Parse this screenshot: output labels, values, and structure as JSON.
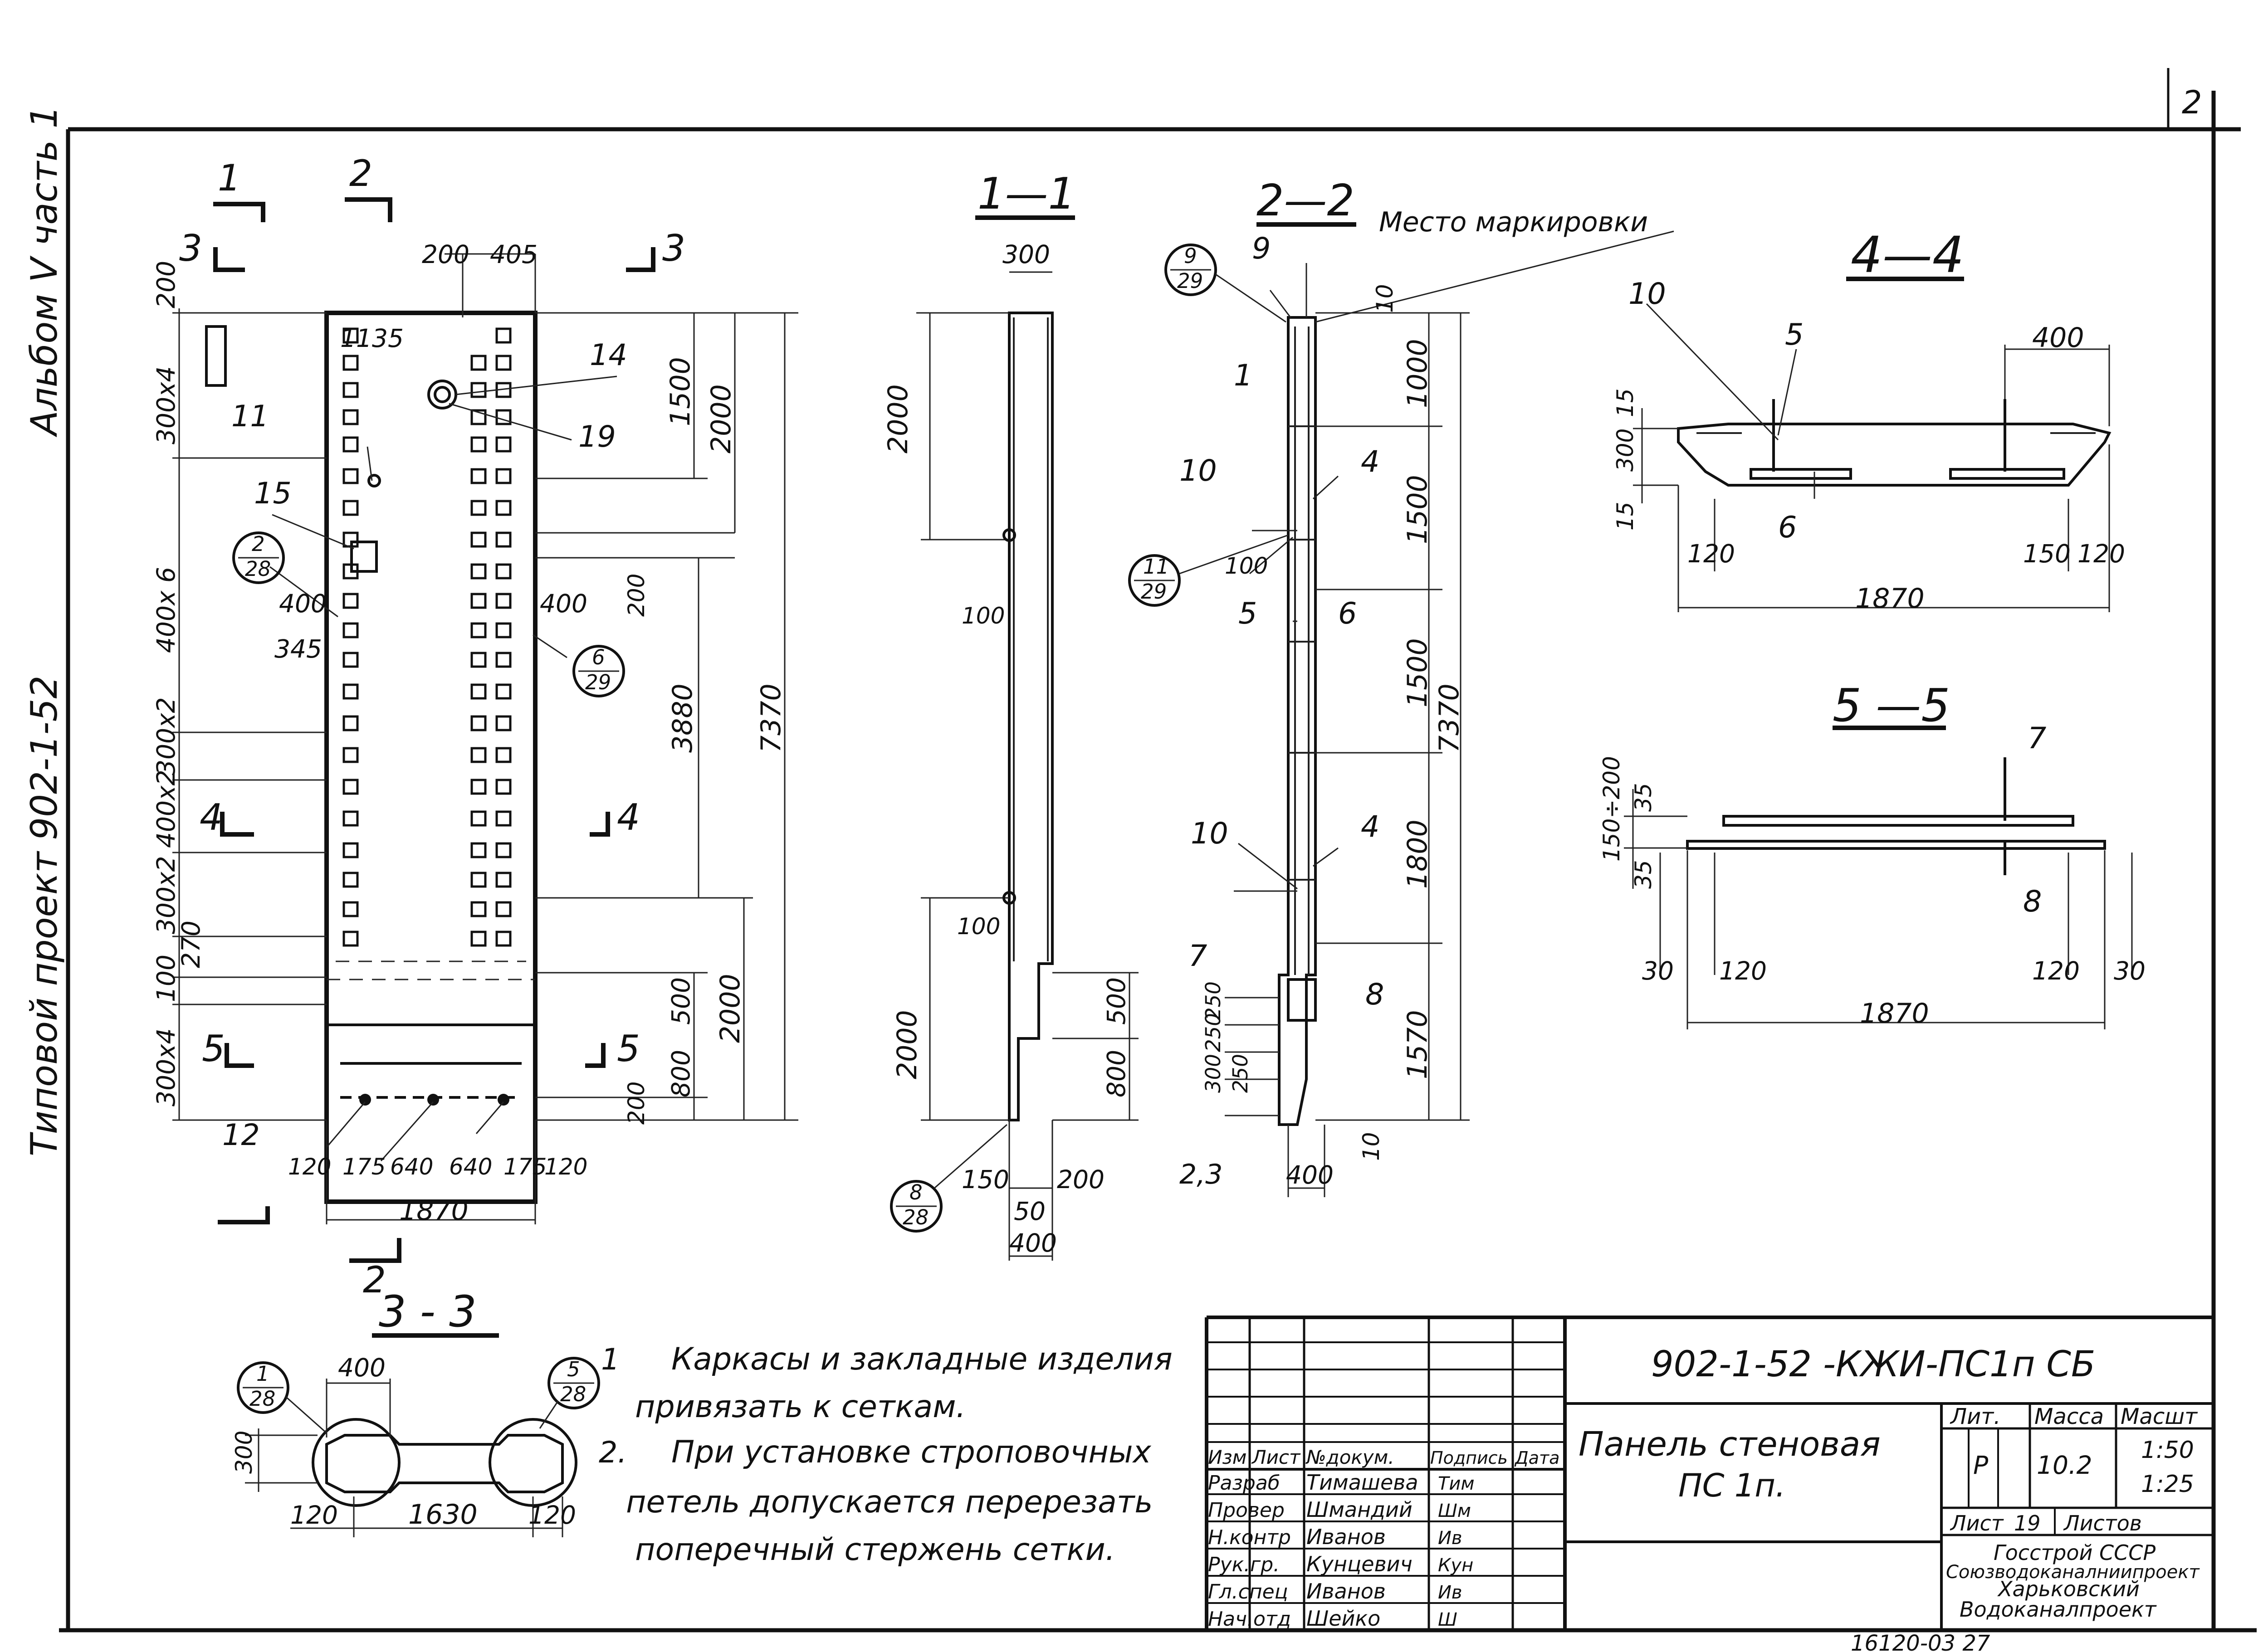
{
  "sheet_number": "2",
  "side_caption": {
    "project": "Типовой проект 902-1-52",
    "album": "Альбом V часть 1"
  },
  "elevation": {
    "section_marks": [
      "1",
      "2",
      "3",
      "3",
      "4",
      "4",
      "5",
      "5",
      "2"
    ],
    "top_dims": [
      "200",
      "405"
    ],
    "left_dims": [
      "200",
      "300x4",
      "400x 6",
      "300x2",
      "400x2",
      "300x2",
      "270",
      "100",
      "300x4"
    ],
    "labels": [
      "1135",
      "14",
      "19",
      "11",
      "15",
      "400",
      "400",
      "345",
      "200",
      "12"
    ],
    "refs": [
      {
        "n": "2",
        "d": "28"
      },
      {
        "n": "6",
        "d": "29"
      }
    ],
    "right_dims": [
      "1500",
      "2000",
      "3880",
      "7370",
      "500",
      "800",
      "2000",
      "200"
    ],
    "bottom_dims": [
      "120",
      "175",
      "640",
      "640",
      "175",
      "120"
    ],
    "overall_width": "1870"
  },
  "section_1_1": {
    "title": "1—1",
    "labels": [
      "300",
      "2000",
      "100",
      "100",
      "2000",
      "500",
      "800",
      "150",
      "200",
      "50",
      "400"
    ],
    "ref": {
      "n": "8",
      "d": "28"
    }
  },
  "section_2_2": {
    "title": "2—2",
    "marking": "Место маркировки",
    "labels": [
      "9",
      "10",
      "1",
      "10",
      "4",
      "100",
      "5",
      "6",
      "10",
      "4",
      "7",
      "8",
      "2,3",
      "400",
      "10"
    ],
    "refs": [
      {
        "n": "9",
        "d": "29"
      },
      {
        "n": "11",
        "d": "29"
      }
    ],
    "dims": [
      "1000",
      "1500",
      "1500",
      "7370",
      "1800",
      "1570"
    ],
    "small_dims": [
      "250",
      "250",
      "300",
      "250"
    ]
  },
  "section_4_4": {
    "title": "4—4",
    "labels": [
      "10",
      "5",
      "400",
      "15",
      "300",
      "15",
      "6",
      "120",
      "150",
      "120",
      "1870"
    ]
  },
  "section_5_5": {
    "title": "5 —5",
    "labels": [
      "7",
      "35",
      "150÷200",
      "35",
      "8",
      "30",
      "120",
      "120",
      "30",
      "1870"
    ]
  },
  "section_3_3": {
    "title": "3 - 3",
    "labels": [
      "400",
      "300",
      "120",
      "1630",
      "120"
    ],
    "refs": [
      {
        "n": "1",
        "d": "28"
      },
      {
        "n": "5",
        "d": "28"
      }
    ]
  },
  "notes": [
    {
      "num": "1",
      "line1": "Каркасы и закладные изделия",
      "line2": "привязать к сеткам."
    },
    {
      "num": "2.",
      "line1": "При установке строповочных",
      "line2": "петель допускается перерезать",
      "line3": "поперечный стержень сетки."
    }
  ],
  "title_block": {
    "designation": "902-1-52 -КЖИ-ПС1п СБ",
    "name_line1": "Панель стеновая",
    "name_line2": "ПС 1п.",
    "headers": {
      "izm": "Изм",
      "list": "Лист",
      "doc": "№докум.",
      "sign": "Подпись",
      "date": "Дата"
    },
    "staff": [
      {
        "role": "Разраб",
        "name": "Тимашева",
        "sign": "Тим"
      },
      {
        "role": "Провер",
        "name": "Шмандий",
        "sign": "Шм"
      },
      {
        "role": "Н.контр",
        "name": "Иванов",
        "sign": "Ив"
      },
      {
        "role": "Рук.гр.",
        "name": "Кунцевич",
        "sign": "Кун"
      },
      {
        "role": "Гл.спец",
        "name": "Иванов",
        "sign": "Ив"
      },
      {
        "role": "Нач.отд",
        "name": "Шейко",
        "sign": "Ш"
      }
    ],
    "lit_label": "Лит.",
    "mass_label": "Масса",
    "scale_label": "Масшт",
    "lit": "Р",
    "mass": "10.2",
    "scale1": "1:50",
    "scale2": "1:25",
    "sheet_label": "Лист",
    "sheet_no": "19",
    "sheets_label": "Листов",
    "org1": "Госстрой СССР",
    "org2": "Союзводоканалниипроект",
    "org3": "Харьковский",
    "org4": "Водоканалпроект"
  },
  "footer_code": "16120-03   27"
}
